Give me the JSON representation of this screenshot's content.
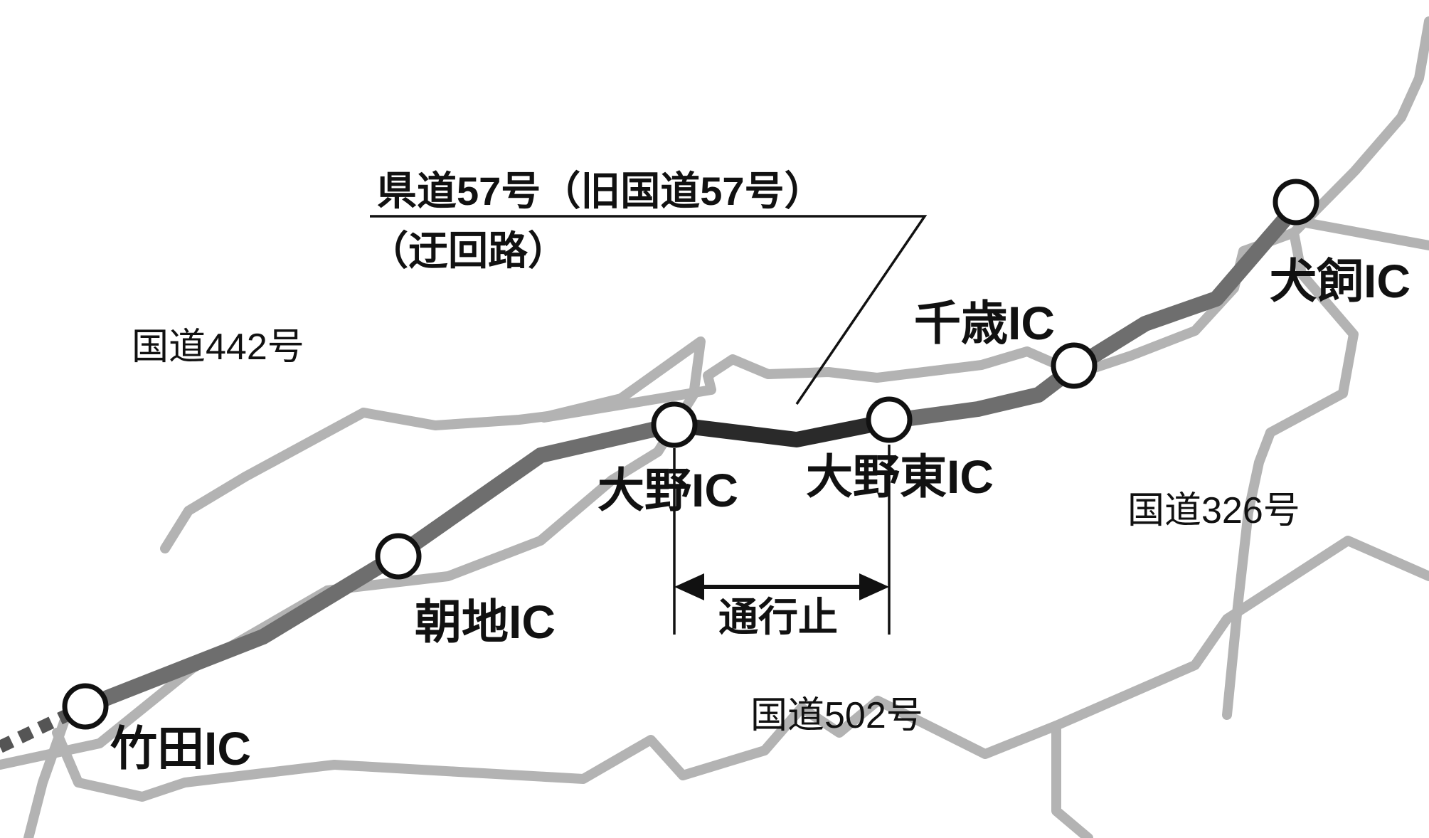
{
  "interchanges": {
    "taketa": "竹田IC",
    "asaji": "朝地IC",
    "ono": "大野IC",
    "ono_east": "大野東IC",
    "chitose": "千歳IC",
    "inukai": "犬飼IC"
  },
  "roads": {
    "r442": "国道442号",
    "r326": "国道326号",
    "r502": "国道502号"
  },
  "detour": {
    "line1": "県道57号（旧国道57号）",
    "line2": "（迂回路）"
  },
  "closure": {
    "label": "通行止"
  },
  "colors": {
    "expressway": "#6e6e6e",
    "closed_section": "#2a2a2a",
    "general_road": "#b3b3b3",
    "ic_marker_fill": "#ffffff"
  }
}
